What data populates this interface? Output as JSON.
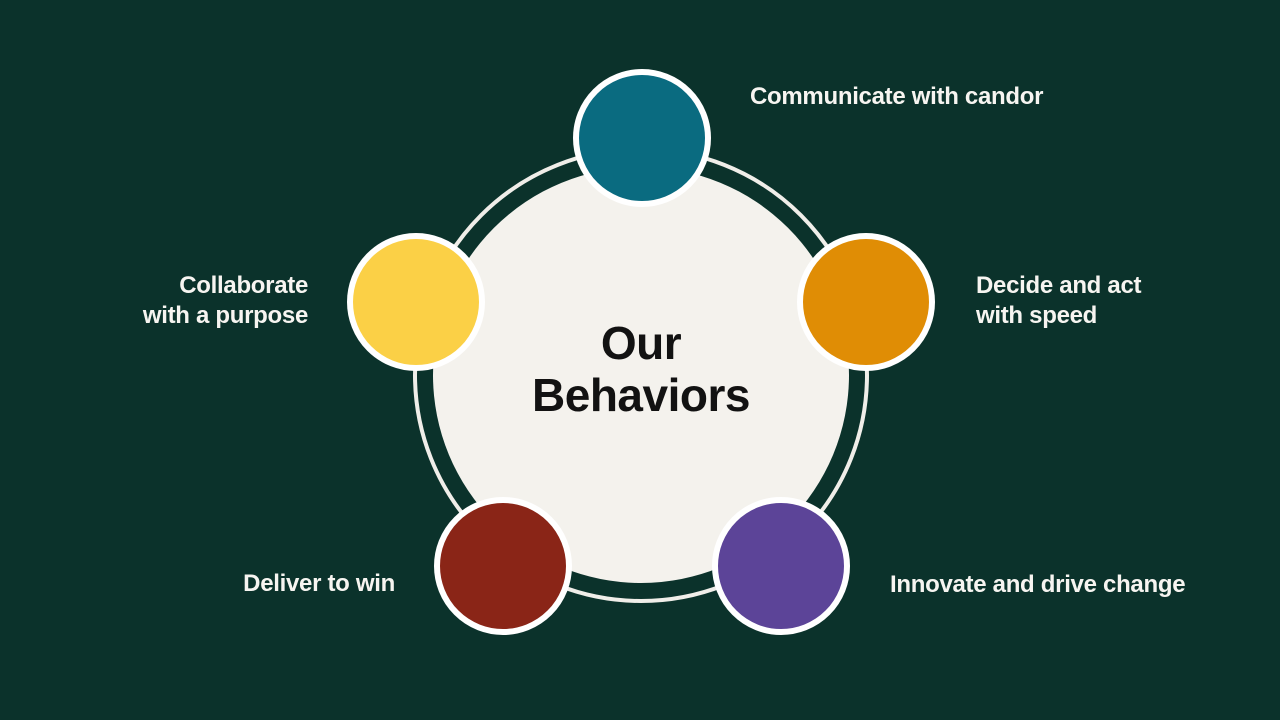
{
  "title": {
    "text": "Our\nBehaviors"
  },
  "colors": {
    "background": "#0B322B",
    "ring": "#F0EEE9",
    "center_circle": "#F4F2ED",
    "title_text": "#121212",
    "label_text": "#F7F5F1",
    "circle_border": "#FFFFFF"
  },
  "behaviors": [
    {
      "name": "communicate",
      "label": "Communicate with candor",
      "color": "#0A6B80"
    },
    {
      "name": "decide",
      "label": "Decide and act\nwith speed",
      "color": "#E08D05"
    },
    {
      "name": "innovate",
      "label": "Innovate and drive change",
      "color": "#5C4498"
    },
    {
      "name": "deliver",
      "label": "Deliver to win",
      "color": "#8A2517"
    },
    {
      "name": "collaborate",
      "label": "Collaborate\nwith a purpose",
      "color": "#FBD046"
    }
  ]
}
